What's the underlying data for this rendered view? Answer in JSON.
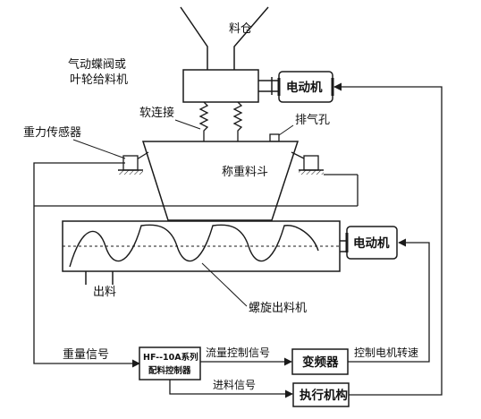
{
  "labels": {
    "hopper_bin": "料仓",
    "feeder": "气动蝶阀或",
    "feeder_line2": "叶轮给料机",
    "soft_connection": "软连接",
    "vent_hole": "排气孔",
    "gravity_sensor": "重力传感器",
    "weighing_hopper": "称重料斗",
    "motor_top": "电动机",
    "motor_screw": "电动机",
    "outlet": "出料",
    "screw_discharger": "螺旋出料机",
    "weight_signal": "重量信号",
    "controller_line1": "HF--10A系列",
    "controller_line2": "配料控制器",
    "flow_control_signal": "流量控制信号",
    "inverter": "变频器",
    "motor_speed_control": "控制电机转速",
    "feed_signal": "进料信号",
    "actuator": "执行机构"
  },
  "colors": {
    "line": "#1a1a1a",
    "background": "#ffffff"
  }
}
